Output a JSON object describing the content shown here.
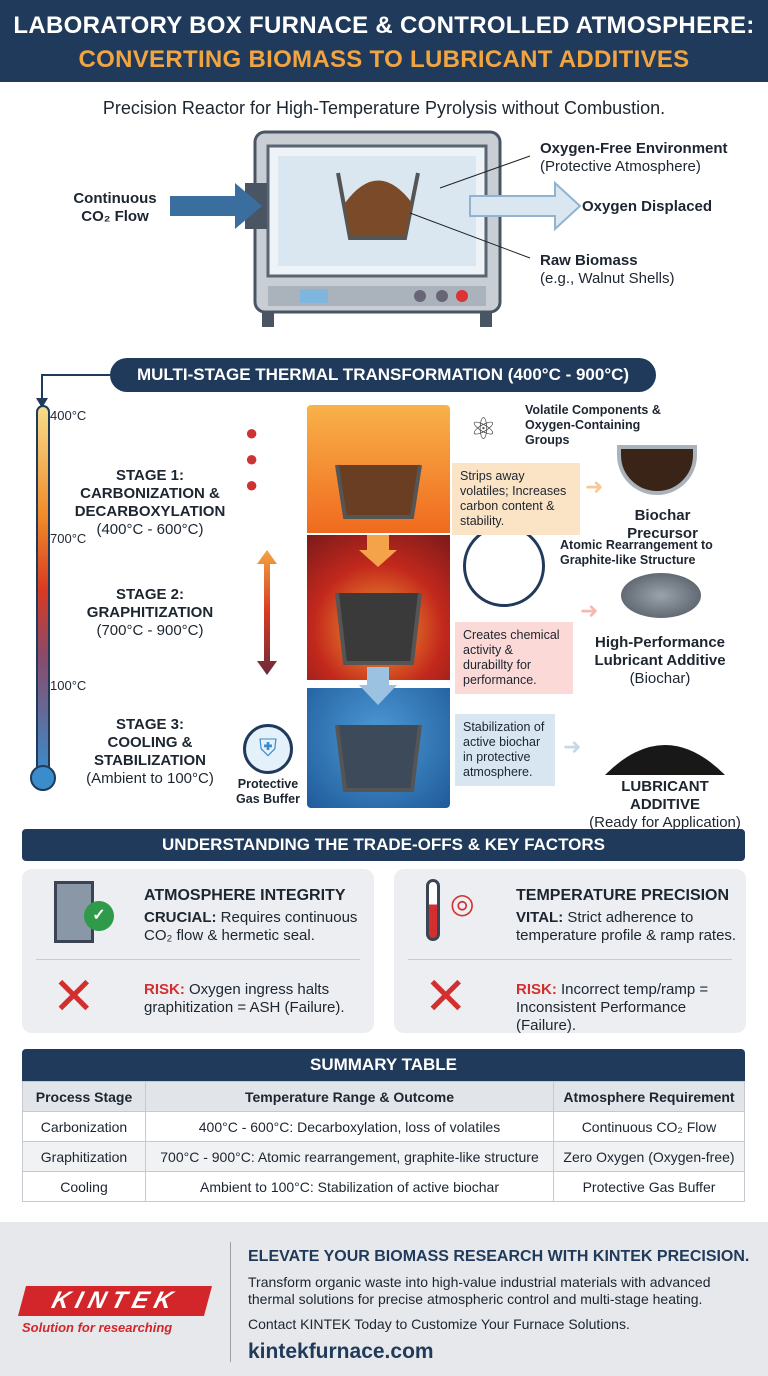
{
  "header": {
    "line1": "LABORATORY BOX FURNACE & CONTROLLED ATMOSPHERE:",
    "line2": "CONVERTING BIOMASS TO LUBRICANT ADDITIVES",
    "subtitle": "Precision Reactor for High-Temperature Pyrolysis without Combustion."
  },
  "furnace": {
    "inflow_line1": "Continuous",
    "inflow_line2": "CO₂ Flow",
    "oxygen_free": "Oxygen-Free Environment",
    "oxygen_free_sub": "(Protective Atmosphere)",
    "oxygen_displaced": "Oxygen Displaced",
    "biomass": "Raw Biomass",
    "biomass_sub": "(e.g., Walnut Shells)"
  },
  "process": {
    "banner": "MULTI-STAGE THERMAL TRANSFORMATION (400°C - 900°C)",
    "thermometer_ticks": [
      "400°C",
      "700°C",
      "100°C"
    ],
    "stages": [
      {
        "title1": "STAGE 1:",
        "title2": "CARBONIZATION &",
        "title3": "DECARBOXYLATION",
        "range": "(400°C - 600°C)",
        "info": "Strips away volatiles; Increases carbon content & stability.",
        "product": "Biochar Precursor",
        "product_sub": ""
      },
      {
        "title1": "STAGE 2:",
        "title2": "GRAPHITIZATION",
        "title3": "",
        "range": "(700°C - 900°C)",
        "info": "Creates chemical activity & durabillty for performance.",
        "product": "High-Performance Lubricant Additive",
        "product_sub": "(Biochar)"
      },
      {
        "title1": "STAGE 3:",
        "title2": "COOLING &",
        "title3": "STABILIZATION",
        "range": "(Ambient to 100°C)",
        "info": "Stabilization of active biochar in protective atmosphere.",
        "product": "LUBRICANT ADDITIVE",
        "product_sub": "(Ready for Application)"
      }
    ],
    "volatiles": "Volatile Components & Oxygen-Containing Groups",
    "atomic": "Atomic Rearrangement to Graphite-like Structure",
    "gas_buffer": "Protective Gas Buffer"
  },
  "tradeoffs": {
    "banner": "UNDERSTANDING THE TRADE-OFFS & KEY FACTORS",
    "cards": [
      {
        "title": "ATMOSPHERE INTEGRITY",
        "key": "CRUCIAL:",
        "text": " Requires continuous CO₂ flow & hermetic seal.",
        "risk": "RISK:",
        "risk_text": " Oxygen ingress halts graphitization = ASH (Failure)."
      },
      {
        "title": "TEMPERATURE PRECISION",
        "key": "VITAL:",
        "text": " Strict adherence to temperature profile & ramp rates.",
        "risk": "RISK:",
        "risk_text": " Incorrect temp/ramp = Inconsistent Performance (Failure)."
      }
    ]
  },
  "summary": {
    "title": "SUMMARY TABLE",
    "columns": [
      "Process Stage",
      "Temperature Range & Outcome",
      "Atmosphere Requirement"
    ],
    "rows": [
      [
        "Carbonization",
        "400°C - 600°C: Decarboxylation, loss of volatiles",
        "Continuous CO₂ Flow"
      ],
      [
        "Graphitization",
        "700°C - 900°C: Atomic rearrangement, graphite-like structure",
        "Zero Oxygen (Oxygen-free)"
      ],
      [
        "Cooling",
        "Ambient to 100°C: Stabilization of active biochar",
        "Protective Gas Buffer"
      ]
    ]
  },
  "footer": {
    "logo": "KINTEK",
    "tagline": "Solution for researching",
    "headline": "ELEVATE YOUR BIOMASS RESEARCH WITH KINTEK PRECISION.",
    "body": "Transform organic waste into high-value industrial materials with advanced thermal solutions for precise atmospheric control and multi-stage heating.",
    "cta": "Contact KINTEK Today to Customize Your Furnace Solutions.",
    "url": "kintekfurnace.com"
  },
  "colors": {
    "navy": "#1f3a5a",
    "orange": "#f2a441",
    "risk_red": "#d32f2f"
  }
}
